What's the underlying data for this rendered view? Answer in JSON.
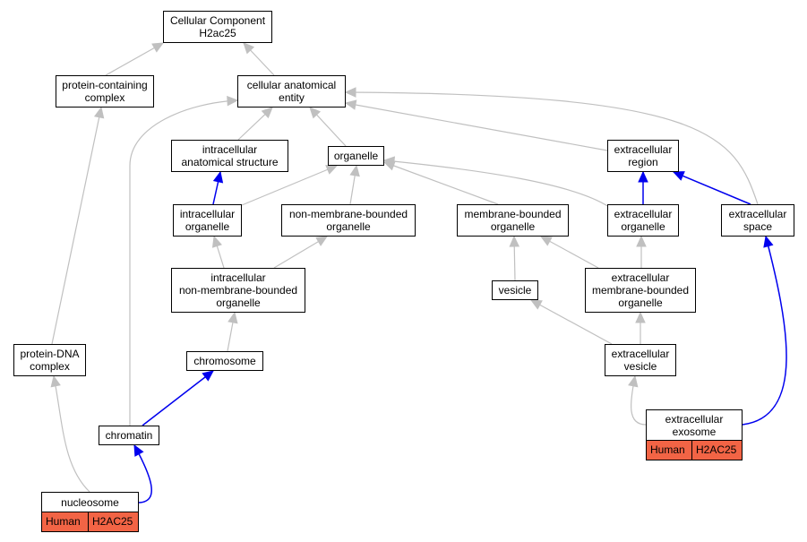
{
  "colors": {
    "edge_gray": "#c0c0c0",
    "edge_blue": "#0000ee",
    "tag_bg": "#f26445"
  },
  "nodes": {
    "root": {
      "lines": [
        "Cellular Component",
        "H2ac25"
      ]
    },
    "protein_containing_complex": {
      "lines": [
        "protein-containing",
        "complex"
      ]
    },
    "cellular_anatomical_entity": {
      "lines": [
        "cellular anatomical",
        "entity"
      ]
    },
    "intracellular_anatomical_structure": {
      "lines": [
        "intracellular",
        "anatomical structure"
      ]
    },
    "organelle": {
      "lines": [
        "organelle"
      ]
    },
    "extracellular_region": {
      "lines": [
        "extracellular",
        "region"
      ]
    },
    "intracellular_organelle": {
      "lines": [
        "intracellular",
        "organelle"
      ]
    },
    "non_membrane_bounded_organelle": {
      "lines": [
        "non-membrane-bounded",
        "organelle"
      ]
    },
    "membrane_bounded_organelle": {
      "lines": [
        "membrane-bounded",
        "organelle"
      ]
    },
    "extracellular_organelle": {
      "lines": [
        "extracellular",
        "organelle"
      ]
    },
    "extracellular_space": {
      "lines": [
        "extracellular",
        "space"
      ]
    },
    "intracellular_non_membrane_bounded_organelle": {
      "lines": [
        "intracellular",
        "non-membrane-bounded",
        "organelle"
      ]
    },
    "vesicle": {
      "lines": [
        "vesicle"
      ]
    },
    "extracellular_membrane_bounded_organelle": {
      "lines": [
        "extracellular",
        "membrane-bounded",
        "organelle"
      ]
    },
    "protein_dna_complex": {
      "lines": [
        "protein-DNA",
        "complex"
      ]
    },
    "chromosome": {
      "lines": [
        "chromosome"
      ]
    },
    "extracellular_vesicle": {
      "lines": [
        "extracellular",
        "vesicle"
      ]
    },
    "chromatin": {
      "lines": [
        "chromatin"
      ]
    },
    "extracellular_exosome": {
      "lines": [
        "extracellular",
        "exosome"
      ],
      "tags": [
        "Human",
        "H2AC25"
      ]
    },
    "nucleosome": {
      "lines": [
        "nucleosome"
      ],
      "tags": [
        "Human",
        "H2AC25"
      ]
    }
  },
  "edges": [
    {
      "from": "protein_containing_complex",
      "to": "root",
      "color": "gray"
    },
    {
      "from": "cellular_anatomical_entity",
      "to": "root",
      "color": "gray"
    },
    {
      "from": "intracellular_anatomical_structure",
      "to": "cellular_anatomical_entity",
      "color": "gray"
    },
    {
      "from": "organelle",
      "to": "cellular_anatomical_entity",
      "color": "gray"
    },
    {
      "from": "extracellular_region",
      "to": "cellular_anatomical_entity",
      "color": "gray"
    },
    {
      "from": "extracellular_space",
      "to": "cellular_anatomical_entity",
      "color": "gray"
    },
    {
      "from": "chromatin",
      "to": "cellular_anatomical_entity",
      "color": "gray"
    },
    {
      "from": "intracellular_organelle",
      "to": "intracellular_anatomical_structure",
      "color": "blue"
    },
    {
      "from": "intracellular_organelle",
      "to": "organelle",
      "color": "gray"
    },
    {
      "from": "non_membrane_bounded_organelle",
      "to": "organelle",
      "color": "gray"
    },
    {
      "from": "membrane_bounded_organelle",
      "to": "organelle",
      "color": "gray"
    },
    {
      "from": "extracellular_organelle",
      "to": "organelle",
      "color": "gray"
    },
    {
      "from": "extracellular_organelle",
      "to": "extracellular_region",
      "color": "blue"
    },
    {
      "from": "extracellular_space",
      "to": "extracellular_region",
      "color": "blue"
    },
    {
      "from": "intracellular_non_membrane_bounded_organelle",
      "to": "intracellular_organelle",
      "color": "gray"
    },
    {
      "from": "intracellular_non_membrane_bounded_organelle",
      "to": "non_membrane_bounded_organelle",
      "color": "gray"
    },
    {
      "from": "vesicle",
      "to": "membrane_bounded_organelle",
      "color": "gray"
    },
    {
      "from": "extracellular_membrane_bounded_organelle",
      "to": "membrane_bounded_organelle",
      "color": "gray"
    },
    {
      "from": "extracellular_membrane_bounded_organelle",
      "to": "extracellular_organelle",
      "color": "gray"
    },
    {
      "from": "chromosome",
      "to": "intracellular_non_membrane_bounded_organelle",
      "color": "gray"
    },
    {
      "from": "extracellular_vesicle",
      "to": "vesicle",
      "color": "gray"
    },
    {
      "from": "extracellular_vesicle",
      "to": "extracellular_membrane_bounded_organelle",
      "color": "gray"
    },
    {
      "from": "protein_dna_complex",
      "to": "protein_containing_complex",
      "color": "gray"
    },
    {
      "from": "chromatin",
      "to": "chromosome",
      "color": "blue"
    },
    {
      "from": "extracellular_exosome",
      "to": "extracellular_vesicle",
      "color": "gray"
    },
    {
      "from": "extracellular_exosome",
      "to": "extracellular_space",
      "color": "blue"
    },
    {
      "from": "nucleosome",
      "to": "protein_dna_complex",
      "color": "gray"
    },
    {
      "from": "nucleosome",
      "to": "chromatin",
      "color": "blue"
    }
  ]
}
